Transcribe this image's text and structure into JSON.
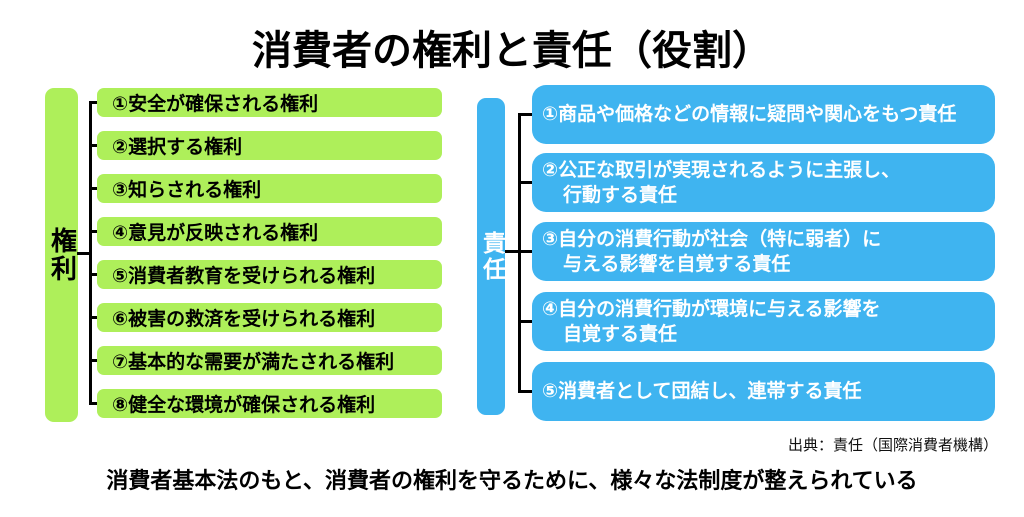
{
  "title": "消費者の権利と責任（役割）",
  "rights": {
    "label": "権利",
    "items": [
      "①安全が確保される権利",
      "②選択する権利",
      "③知らされる権利",
      "④意見が反映される権利",
      "⑤消費者教育を受けられる権利",
      "⑥被害の救済を受けられる権利",
      "⑦基本的な需要が満たされる権利",
      "⑧健全な環境が確保される権利"
    ]
  },
  "responsibilities": {
    "label": "責任",
    "items": [
      {
        "line1": "①商品や価格などの情報に疑問や関心をもつ責任",
        "line2": ""
      },
      {
        "line1": "②公正な取引が実現されるように主張し、",
        "line2": "行動する責任"
      },
      {
        "line1": "③自分の消費行動が社会（特に弱者）に",
        "line2": "与える影響を自覚する責任"
      },
      {
        "line1": "④自分の消費行動が環境に与える影響を",
        "line2": "自覚する責任"
      },
      {
        "line1": "⑤消費者として団結し、連帯する責任",
        "line2": ""
      }
    ]
  },
  "source": "出典：責任（国際消費者機構）",
  "caption": "消費者基本法のもと、消費者の権利を守るために、様々な法制度が整えられている",
  "colors": {
    "green": "#aeef5a",
    "blue": "#3fb4f0",
    "line": "#000000"
  }
}
